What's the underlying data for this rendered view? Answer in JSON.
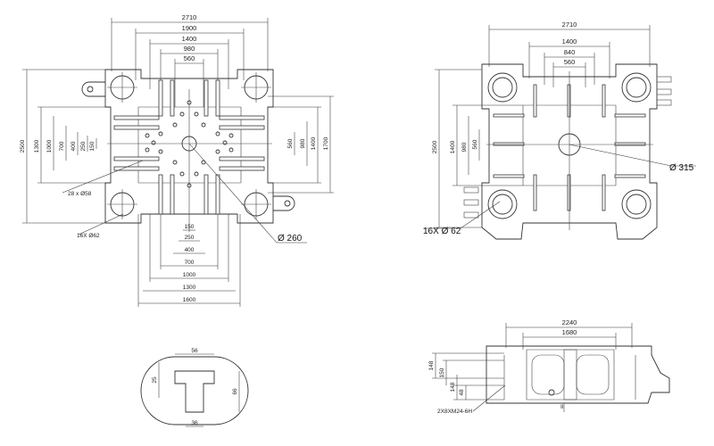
{
  "front_view": {
    "horizontal_dims": [
      "2710",
      "1900",
      "1400",
      "980",
      "560"
    ],
    "vertical_dims_left": [
      "2500",
      "1300",
      "1000",
      "700",
      "400",
      "250",
      "150"
    ],
    "vertical_dims_right": [
      "560",
      "980",
      "1400",
      "1700"
    ],
    "bottom_dims": [
      "150",
      "250",
      "400",
      "700",
      "1000",
      "1300",
      "1600"
    ],
    "callout_tslots": "28 x Ø58",
    "callout_holes": "16X Ø62",
    "callout_center": "Ø 260"
  },
  "rear_view": {
    "horizontal_dims": [
      "2710",
      "1400",
      "840",
      "560"
    ],
    "vertical_dims": [
      "2500",
      "1400",
      "980",
      "560"
    ],
    "callout_center": "Ø 315",
    "callout_holes": "16X Ø 62"
  },
  "slot_detail": {
    "top": "56",
    "bottom": "36",
    "left": "25",
    "right": "66"
  },
  "side_view": {
    "dims_top": [
      "2240",
      "1680"
    ],
    "dims_left": [
      "148",
      "150",
      "148",
      "48"
    ],
    "thread_note": "2X8XM24-6H",
    "marker": "II"
  }
}
